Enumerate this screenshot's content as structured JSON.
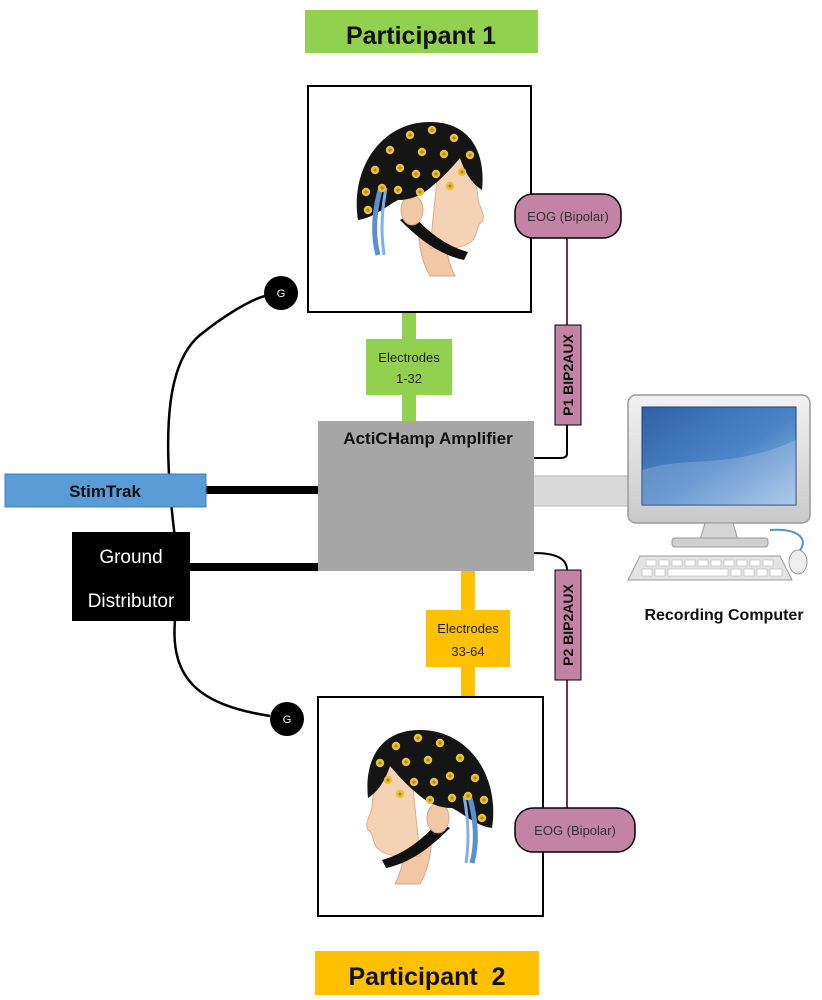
{
  "participant1": {
    "title": "Participant 1"
  },
  "participant2": {
    "title": "Participant  2"
  },
  "amplifier": {
    "label": "ActiCHamp Amplifier"
  },
  "electrodes1": {
    "line1": "Electrodes",
    "line2": "1-32"
  },
  "electrodes2": {
    "line1": "Electrodes",
    "line2": "33-64"
  },
  "eog1": {
    "label": "EOG (Bipolar)"
  },
  "eog2": {
    "label": "EOG (Bipolar)"
  },
  "bip1": {
    "label": "P1 BIP2AUX"
  },
  "bip2": {
    "label": "P2 BIP2AUX"
  },
  "stimtrak": {
    "label": "StimTrak"
  },
  "ground": {
    "line1": "Ground",
    "line2": "Distributor"
  },
  "ground_marker1": {
    "label": "G"
  },
  "ground_marker2": {
    "label": "G"
  },
  "computer": {
    "label": "Recording Computer"
  },
  "colors": {
    "participant1_banner": "#92d050",
    "participant2_banner": "#ffc000",
    "electrodes1": "#92d050",
    "electrodes2": "#ffc000",
    "eog": "#c283a4",
    "stimtrak": "#5b9bd5",
    "amplifier": "#a6a6a6",
    "ground": "#000000"
  },
  "icons": [
    "eeg-cap-head-icon",
    "desktop-computer-icon"
  ]
}
